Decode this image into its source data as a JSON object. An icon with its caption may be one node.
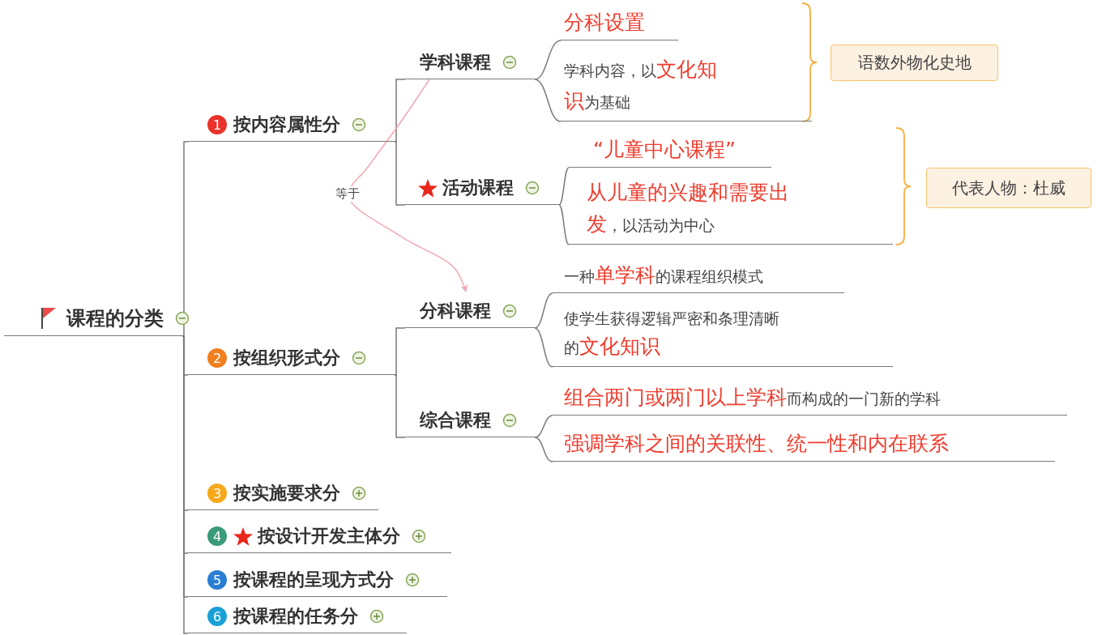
{
  "diagram": {
    "nodes": [
      {
        "text": [
          "课程的分类"
        ]
      },
      {
        "text": [
          "1",
          "按内容属性分"
        ]
      },
      {
        "text": [
          "学科课程"
        ]
      },
      {
        "text": [
          "分科设置"
        ]
      },
      {
        "text": [
          "学科内容，以**文化知识**为基础"
        ]
      },
      {
        "text": [
          "活动课程"
        ]
      },
      {
        "text": [
          "“儿童中心课程”"
        ]
      },
      {
        "text": [
          "**从儿童的兴趣和需要出发**，以活动为中心"
        ]
      },
      {
        "text": [
          "2",
          "按组织形式分"
        ]
      },
      {
        "text": [
          "分科课程"
        ]
      },
      {
        "text": [
          "一种**单学科**的课程组织模式"
        ]
      },
      {
        "text": [
          "使学生获得逻辑严密和条理清晰的**文化知识**"
        ]
      },
      {
        "text": [
          "综合课程"
        ]
      },
      {
        "text": [
          "**组合两门或两门以上学科**而构成的一门新的学科"
        ]
      },
      {
        "text": [
          "强调学科之间的关联性、统一性和内在联系"
        ]
      },
      {
        "text": [
          "3",
          "按实施要求分"
        ]
      },
      {
        "text": [
          "4",
          "按设计开发主体分"
        ]
      },
      {
        "text": [
          "5",
          "按课程的呈现方式分"
        ]
      },
      {
        "text": [
          "6",
          "按课程的任务分"
        ]
      },
      {
        "text": [
          "语数外物化史地"
        ]
      },
      {
        "text": [
          "代表人物：杜威"
        ]
      }
    ],
    "edges": [
      {
        "from": 0,
        "to": 1,
        "arrow": "none"
      },
      {
        "from": 0,
        "to": 8,
        "arrow": "none"
      },
      {
        "from": 0,
        "to": 15,
        "arrow": "none"
      },
      {
        "from": 0,
        "to": 16,
        "arrow": "none"
      },
      {
        "from": 0,
        "to": 17,
        "arrow": "none"
      },
      {
        "from": 0,
        "to": 18,
        "arrow": "none"
      },
      {
        "from": 1,
        "to": 2,
        "arrow": "none"
      },
      {
        "from": 1,
        "to": 5,
        "arrow": "none"
      },
      {
        "from": 2,
        "to": 3,
        "arrow": "none"
      },
      {
        "from": 2,
        "to": 4,
        "arrow": "none"
      },
      {
        "from": 5,
        "to": 6,
        "arrow": "none"
      },
      {
        "from": 5,
        "to": 7,
        "arrow": "none"
      },
      {
        "from": 8,
        "to": 9,
        "arrow": "none"
      },
      {
        "from": 8,
        "to": 12,
        "arrow": "none"
      },
      {
        "from": 9,
        "to": 10,
        "arrow": "none"
      },
      {
        "from": 9,
        "to": 11,
        "arrow": "none"
      },
      {
        "from": 12,
        "to": 13,
        "arrow": "none"
      },
      {
        "from": 12,
        "to": 14,
        "arrow": "none"
      },
      {
        "from": 2,
        "to": 9,
        "arrow": "to",
        "label": "等于",
        "color": "#f4a6b0"
      }
    ]
  }
}
